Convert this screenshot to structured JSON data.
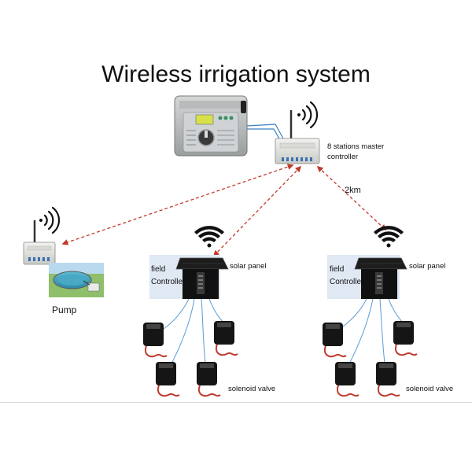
{
  "title": "Wireless irrigation system",
  "master": {
    "label_line1": "8 stations master",
    "label_line2": "controller"
  },
  "distance_label": "2km",
  "pump": {
    "label": "Pump"
  },
  "fields": [
    {
      "box_label_line1": "field",
      "box_label_line2": "Controller",
      "solar_label": "solar panel",
      "valve_label": "solenoid valve"
    },
    {
      "box_label_line1": "field",
      "box_label_line2": "Controller",
      "solar_label": "solar panel",
      "valve_label": "solenoid valve"
    }
  ],
  "colors": {
    "link": "#c0392b",
    "wire": "#5a9bd5",
    "valve_cable": "#c0392b",
    "box_fill": "#dfe8f3"
  }
}
